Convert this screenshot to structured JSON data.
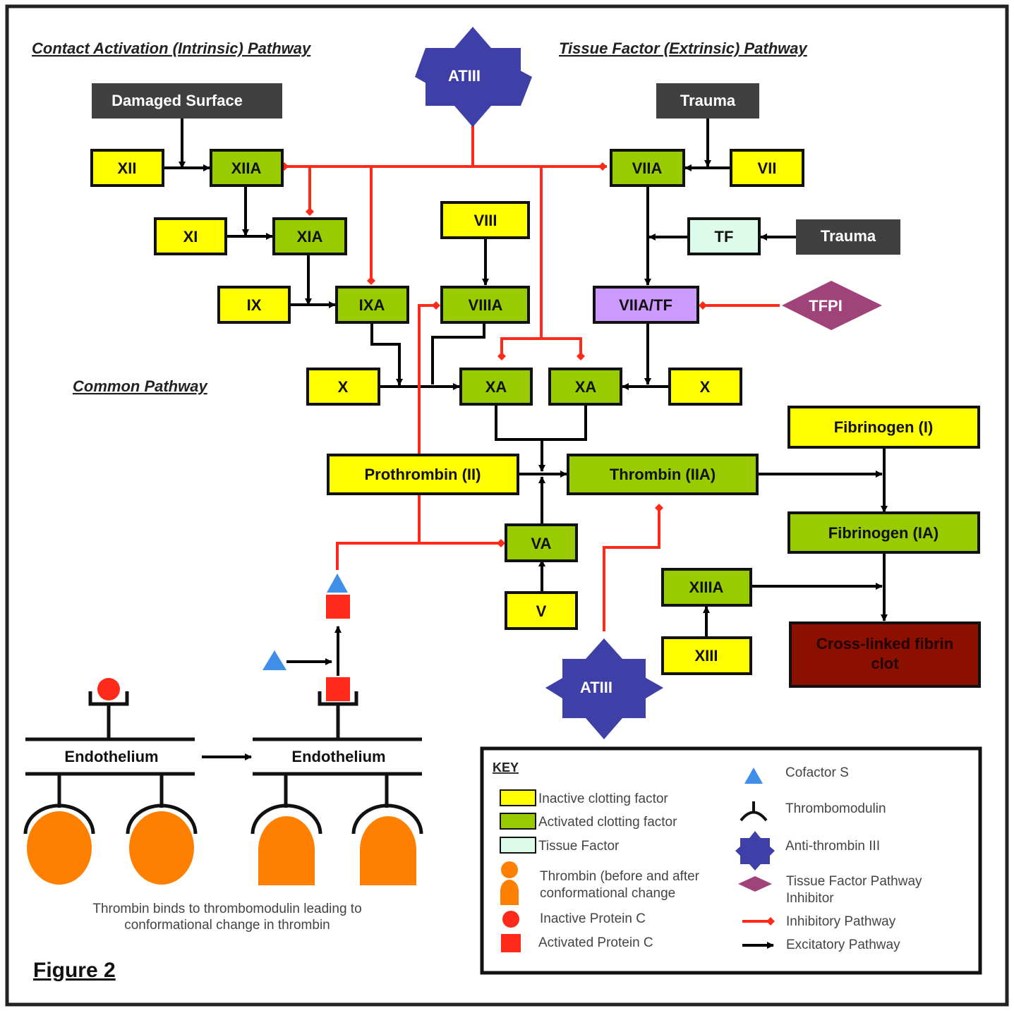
{
  "sections": {
    "intrinsic": "Contact Activation (Intrinsic) Pathway",
    "extrinsic": "Tissue Factor (Extrinsic) Pathway",
    "common": "Common  Pathway"
  },
  "nodes": {
    "atiii_top": "ATIII",
    "damaged_surface": "Damaged Surface",
    "trauma_top": "Trauma",
    "trauma_right": "Trauma",
    "xii": "XII",
    "xiia": "XIIA",
    "viia": "VIIA",
    "vii": "VII",
    "xi": "XI",
    "xia": "XIA",
    "viii": "VIII",
    "tf": "TF",
    "ix": "IX",
    "ixa": "IXA",
    "viiia": "VIIIA",
    "viia_tf": "VIIA/TF",
    "tfpi": "TFPI",
    "x_left": "X",
    "xa_left": "XA",
    "xa_right": "XA",
    "x_right": "X",
    "fibrinogen_i": "Fibrinogen (I)",
    "prothrombin": "Prothrombin (II)",
    "thrombin": "Thrombin (IIA)",
    "fibrinogen_ia": "Fibrinogen (IA)",
    "va": "VA",
    "v": "V",
    "xiiia": "XIIIA",
    "xiii": "XIII",
    "clot_line1": "Cross-linked fibrin",
    "clot_line2": "clot",
    "atiii_bottom": "ATIII"
  },
  "endothelium": {
    "left_label": "Endothelium",
    "right_label": "Endothelium",
    "caption_line1": "Thrombin binds to thrombomodulin leading to",
    "caption_line2": "conformational change in thrombin"
  },
  "figure_label": "Figure 2",
  "key": {
    "title": "KEY",
    "inactive": "Inactive clotting factor",
    "activated": "Activated clotting factor",
    "tissue_factor": "Tissue Factor",
    "thrombin_line1": "Thrombin (before and after",
    "thrombin_line2": "conformational change",
    "inactive_pc": "Inactive Protein C",
    "activated_pc": "Activated Protein C",
    "cofactor_s": "Cofactor S",
    "thrombomodulin": "Thrombomodulin",
    "antithrombin": "Anti-thrombin III",
    "tfpi_line1": "Tissue Factor Pathway",
    "tfpi_line2": "Inhibitor",
    "inhibitory": "Inhibitory Pathway",
    "excitatory": "Excitatory Pathway"
  },
  "colors": {
    "inactive": "#ffff00",
    "activated": "#99cc00",
    "tissue_factor": "#ddfbea",
    "complex": "#cc99ff",
    "trigger": "#404040",
    "atiii": "#3f3fa8",
    "tfpi": "#a0437a",
    "clot": "#8b1000",
    "inhibit": "#ff2a1a",
    "thrombin_shape": "#ff8000",
    "protein_c": "#ff2a1a",
    "cofactor": "#3f8fe8"
  }
}
